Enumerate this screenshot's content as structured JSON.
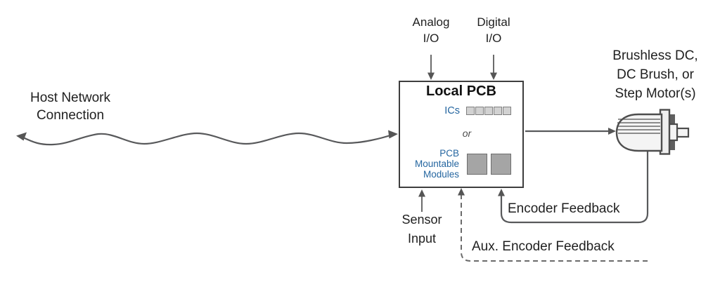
{
  "diagram": {
    "host_network": {
      "line1": "Host Network",
      "line2": "Connection"
    },
    "analog_io": {
      "line1": "Analog",
      "line2": "I/O"
    },
    "digital_io": {
      "line1": "Digital",
      "line2": "I/O"
    },
    "pcb": {
      "title": "Local PCB",
      "ics_label": "ICs",
      "or_label": "or",
      "modules_line1": "PCB",
      "modules_line2": "Mountable",
      "modules_line3": "Modules",
      "ic_chip_count": 5,
      "module_count": 2
    },
    "motor": {
      "line1": "Brushless DC,",
      "line2": "DC Brush, or",
      "line3": "Step Motor(s)"
    },
    "sensor_input": {
      "line1": "Sensor",
      "line2": "Input"
    },
    "encoder_feedback": "Encoder Feedback",
    "aux_encoder_feedback": "Aux. Encoder Feedback"
  },
  "icons": {
    "motor": "motor-icon",
    "host_connection": "wavy-double-arrow-icon"
  },
  "colors": {
    "line_gray": "#58595b",
    "arrowhead_gray": "#555555",
    "dashed_line_gray": "#6b6b6b",
    "box_border": "#3e3e3e",
    "text_dark": "#1f1f1f",
    "accent_blue": "#2566a0",
    "ic_square_fill": "#d2d2d2",
    "ic_square_border": "#7f7f7f",
    "module_square_fill": "#a5a5a5",
    "module_square_border": "#6d6d6d",
    "motor_outline": "#4d4d4d",
    "motor_fill": "#f4f4f4",
    "background": "#ffffff"
  }
}
